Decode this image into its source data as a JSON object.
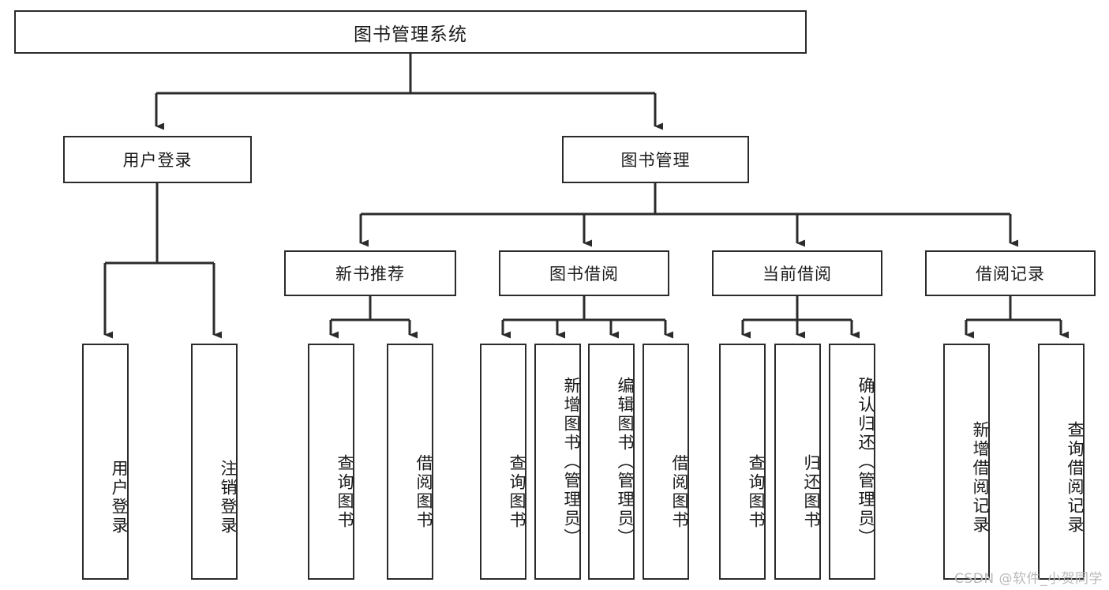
{
  "diagram": {
    "title": "图书管理系统",
    "type": "tree-hierarchy-diagram",
    "colors": {
      "stroke": "#2b2b2b",
      "fill": "#ffffff",
      "text": "#1a1a1a",
      "watermark": "#b9b9b9"
    },
    "watermark": "CSDN @软件_小贺同学",
    "nodes": {
      "root": {
        "label": "图书管理系统"
      },
      "level2": [
        {
          "id": "user-login",
          "label": "用户登录"
        },
        {
          "id": "book-management",
          "label": "图书管理"
        }
      ],
      "level3": [
        {
          "id": "new-book-recommend",
          "label": "新书推荐"
        },
        {
          "id": "book-borrow",
          "label": "图书借阅"
        },
        {
          "id": "current-borrow",
          "label": "当前借阅"
        },
        {
          "id": "borrow-record",
          "label": "借阅记录"
        }
      ],
      "leaves": {
        "user-login": [
          {
            "id": "leaf-user-login",
            "label": "用户登录"
          },
          {
            "id": "leaf-logout-login",
            "label": "注销登录"
          }
        ],
        "new-book-recommend": [
          {
            "id": "leaf-query-book-1",
            "label": "查询图书"
          },
          {
            "id": "leaf-borrow-book-1",
            "label": "借阅图书"
          }
        ],
        "book-borrow": [
          {
            "id": "leaf-query-book-2",
            "label": "查询图书"
          },
          {
            "id": "leaf-add-book-admin",
            "label": "新增图书（管理员）"
          },
          {
            "id": "leaf-edit-book-admin",
            "label": "编辑图书（管理员）"
          },
          {
            "id": "leaf-borrow-book-2",
            "label": "借阅图书"
          }
        ],
        "current-borrow": [
          {
            "id": "leaf-query-book-3",
            "label": "查询图书"
          },
          {
            "id": "leaf-return-book",
            "label": "归还图书"
          },
          {
            "id": "leaf-confirm-return-admin",
            "label": "确认归还（管理员）"
          }
        ],
        "borrow-record": [
          {
            "id": "leaf-add-borrow-record",
            "label": "新增借阅记录"
          },
          {
            "id": "leaf-query-borrow-record",
            "label": "查询借阅记录"
          }
        ]
      }
    }
  }
}
